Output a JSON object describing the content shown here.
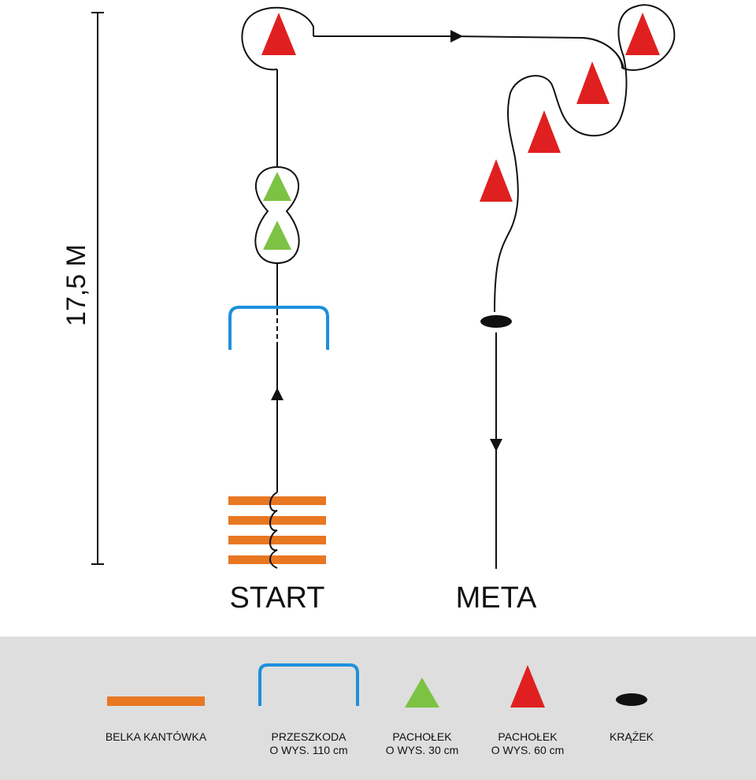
{
  "labels": {
    "dimension": "17,5 M",
    "start": "START",
    "finish": "META"
  },
  "legend": [
    {
      "icon": "orange-beam-icon",
      "lines": [
        "BELKA KANTÓWKA"
      ]
    },
    {
      "icon": "blue-hurdle-icon",
      "lines": [
        "PRZESZKODA",
        "O WYS. 110 cm"
      ]
    },
    {
      "icon": "green-cone-icon",
      "lines": [
        "PACHOŁEK",
        "O WYS. 30 cm"
      ]
    },
    {
      "icon": "red-cone-icon",
      "lines": [
        "PACHOŁEK",
        "O WYS. 60 cm"
      ]
    },
    {
      "icon": "puck-icon",
      "lines": [
        "KRĄŻEK"
      ]
    }
  ],
  "colors": {
    "beam": "#e87722",
    "hurdle": "#1e8fdd",
    "small_cone": "#7cc243",
    "large_cone": "#e02020",
    "puck": "#111111",
    "legend_background": "#dedede"
  }
}
